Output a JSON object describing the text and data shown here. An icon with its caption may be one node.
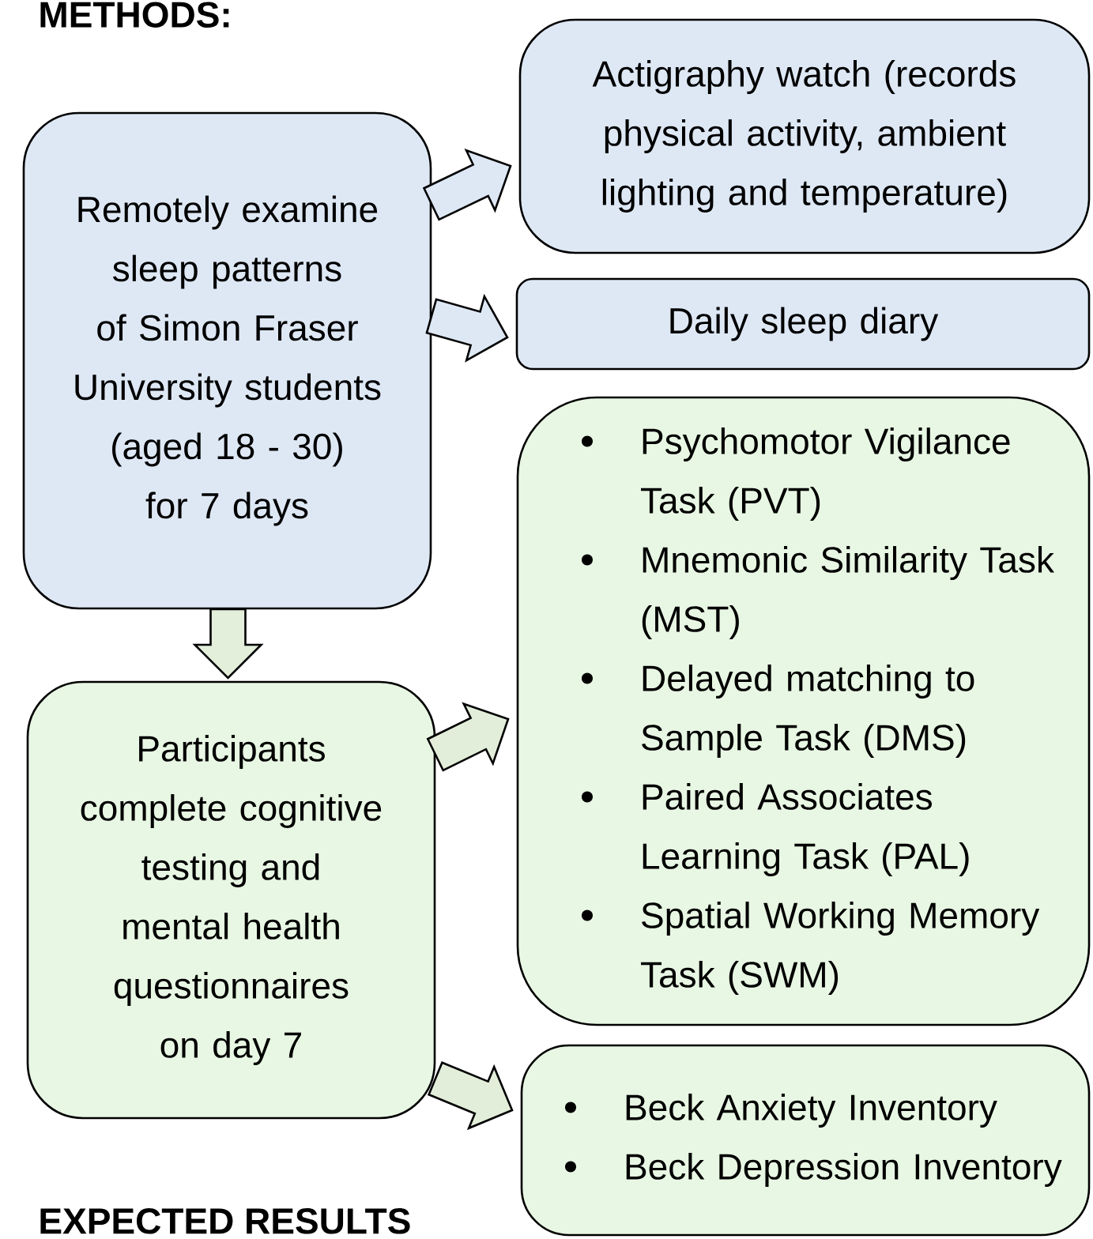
{
  "diagram": {
    "title": "METHODS:",
    "nodes": [
      {
        "text": [
          "Remotely examine sleep patterns of Simon Fraser University students (aged 18 - 30) for 7 days"
        ]
      },
      {
        "text": [
          "Actigraphy watch (records physical activity, ambient lighting and temperature)"
        ]
      },
      {
        "text": [
          "Daily sleep diary"
        ]
      },
      {
        "text": [
          "Participants complete cognitive testing and mental health questionnaires on day 7"
        ]
      },
      {
        "text": [
          "Psychomotor Vigilance Task (PVT)",
          "Mnemonic Similarity Task (MST)",
          "Delayed matching to Sample Task (DMS)",
          "Paired Associates Learning Task (PAL)",
          "Spatial Working Memory Task (SWM)"
        ]
      },
      {
        "text": [
          "Beck Anxiety Inventory",
          "Beck Depression Inventory"
        ]
      }
    ],
    "edges": [
      {
        "from": 0,
        "to": 1,
        "arrow": "to"
      },
      {
        "from": 0,
        "to": 2,
        "arrow": "to"
      },
      {
        "from": 0,
        "to": 3,
        "arrow": "to"
      },
      {
        "from": 3,
        "to": 4,
        "arrow": "to"
      },
      {
        "from": 3,
        "to": 5,
        "arrow": "to"
      }
    ],
    "labels": [
      "EXPECTED RESULTS"
    ]
  }
}
